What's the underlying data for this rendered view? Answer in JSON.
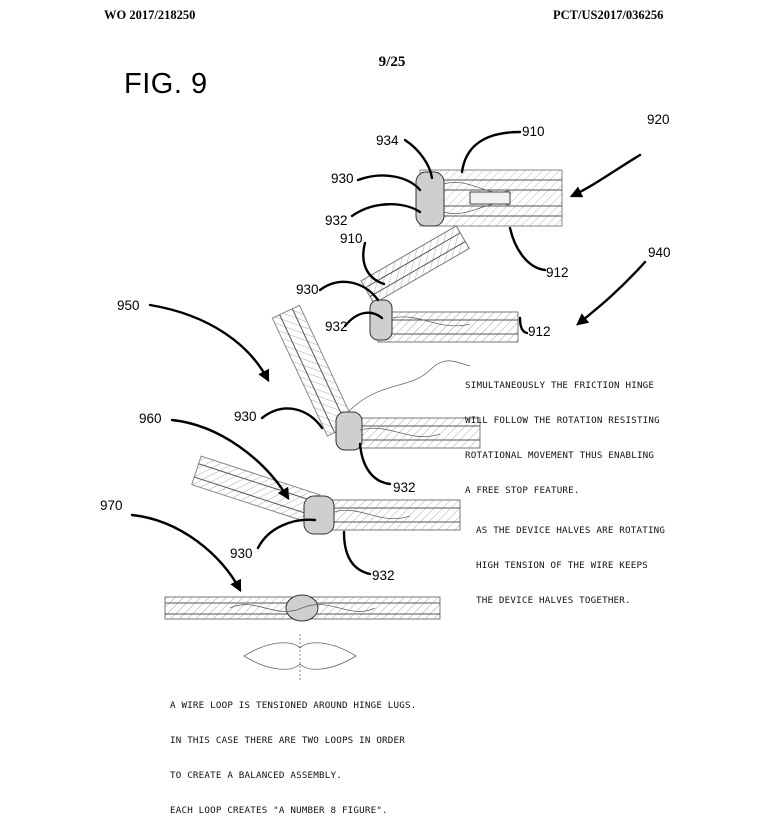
{
  "header": {
    "left": "WO 2017/218250",
    "right": "PCT/US2017/036256",
    "page": "9/25"
  },
  "figure": {
    "label": "FIG. 9",
    "refs": {
      "r910a": "910",
      "r920": "920",
      "r934": "934",
      "r930a": "930",
      "r932a": "932",
      "r912a": "912",
      "r910b": "910",
      "r940": "940",
      "r930b": "930",
      "r932b": "932",
      "r912b": "912",
      "r950": "950",
      "r930c": "930",
      "r932c": "932",
      "r960": "960",
      "r930d": "930",
      "r932d": "932",
      "r970": "970"
    },
    "notes": {
      "friction_hinge": [
        "SIMULTANEOUSLY THE FRICTION HINGE",
        "WILL FOLLOW THE ROTATION RESISTING",
        "ROTATIONAL MOVEMENT THUS ENABLING",
        "A FREE STOP FEATURE."
      ],
      "high_tension": [
        "AS THE DEVICE HALVES ARE ROTATING",
        "HIGH TENSION OF THE WIRE KEEPS",
        "THE DEVICE HALVES TOGETHER."
      ],
      "wire_loop": [
        "A WIRE LOOP IS TENSIONED AROUND HINGE LUGS.",
        "IN THIS CASE THERE ARE TWO LOOPS IN ORDER",
        "TO CREATE A BALANCED ASSEMBLY.",
        "EACH LOOP CREATES \"A NUMBER 8 FIGURE\"."
      ]
    }
  }
}
